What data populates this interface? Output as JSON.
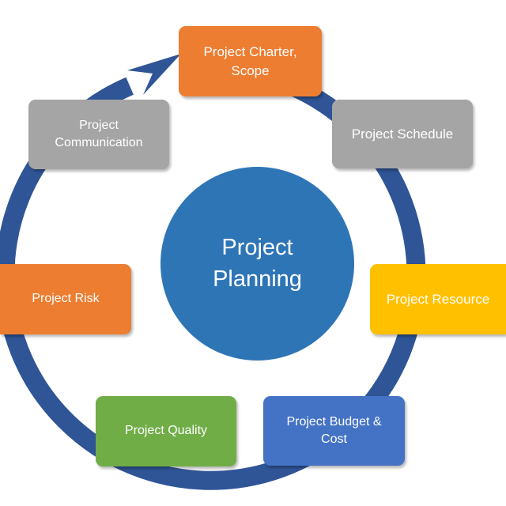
{
  "center": {
    "line1": "Project",
    "line2": "Planning",
    "color": "#2e75b6"
  },
  "ring": {
    "color": "#2f5597"
  },
  "steps": [
    {
      "id": "charter",
      "lines": [
        "Project Charter,",
        "Scope"
      ],
      "color": "#ed7d31"
    },
    {
      "id": "schedule",
      "lines": [
        "Project Schedule"
      ],
      "color": "#a5a5a5"
    },
    {
      "id": "resource",
      "lines": [
        "Project Resource"
      ],
      "color": "#ffc000"
    },
    {
      "id": "budget",
      "lines": [
        "Project Budget &",
        "Cost"
      ],
      "color": "#4472c4"
    },
    {
      "id": "quality",
      "lines": [
        "Project Quality"
      ],
      "color": "#70ad47"
    },
    {
      "id": "risk",
      "lines": [
        "Project Risk"
      ],
      "color": "#ed7d31"
    },
    {
      "id": "comm",
      "lines": [
        "Project",
        "Communication"
      ],
      "color": "#a5a5a5"
    }
  ]
}
